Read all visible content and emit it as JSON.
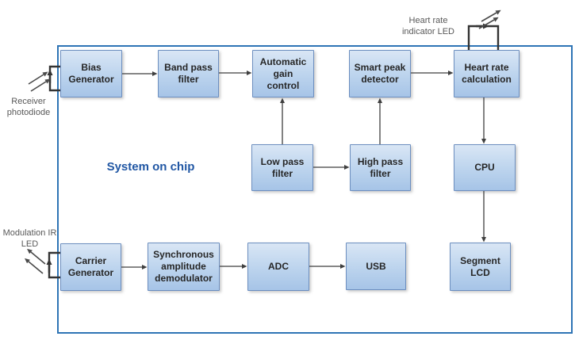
{
  "diagram": {
    "title": "System on chip",
    "blocks": {
      "bias_generator": "Bias\nGenerator",
      "band_pass_filter": "Band pass\nfilter",
      "automatic_gain_control": "Automatic\ngain\ncontrol",
      "smart_peak_detector": "Smart peak\ndetector",
      "heart_rate_calculation": "Heart rate\ncalculation",
      "low_pass_filter": "Low pass\nfilter",
      "high_pass_filter": "High pass\nfilter",
      "cpu": "CPU",
      "carrier_generator": "Carrier\nGenerator",
      "synchronous_amplitude_demodulator": "Synchronous\namplitude\ndemodulator",
      "adc": "ADC",
      "usb": "USB",
      "segment_lcd": "Segment\nLCD"
    },
    "external_labels": {
      "receiver_photodiode": "Receiver\nphotodiode",
      "modulation_ir_led": "Modulation IR\nLED",
      "heart_rate_indicator_led": "Heart rate\nindicator LED"
    },
    "connections": [
      "Receiver photodiode -> Bias Generator",
      "Bias Generator -> Band pass filter",
      "Band pass filter -> Automatic gain control",
      "Low pass filter -> Automatic gain control",
      "Low pass filter -> High pass filter",
      "High pass filter -> Smart peak detector",
      "Smart peak detector -> Heart rate calculation",
      "Heart rate calculation -> Heart rate indicator LED",
      "Heart rate calculation -> CPU",
      "CPU -> Segment LCD",
      "Carrier Generator -> Modulation IR LED",
      "Carrier Generator -> Synchronous amplitude demodulator",
      "Synchronous amplitude demodulator -> ADC",
      "ADC -> USB"
    ],
    "icons": {
      "photodiode_rays": "two diagonal arrows (incoming light)",
      "ir_led_rays": "two diagonal arrows (emitted light)",
      "heart_led_rays": "two diagonal arrows (emitted light)"
    },
    "colors": {
      "chip_border": "#2E74B5",
      "block_border": "#6C8EBF",
      "block_fill_top": "#D9E6F5",
      "block_fill_bottom": "#A6C4E7",
      "title_text": "#2157A4",
      "block_text": "#262626",
      "external_label_text": "#595959",
      "arrow": "#3F3F3F",
      "connector_bracket": "#333333"
    }
  }
}
